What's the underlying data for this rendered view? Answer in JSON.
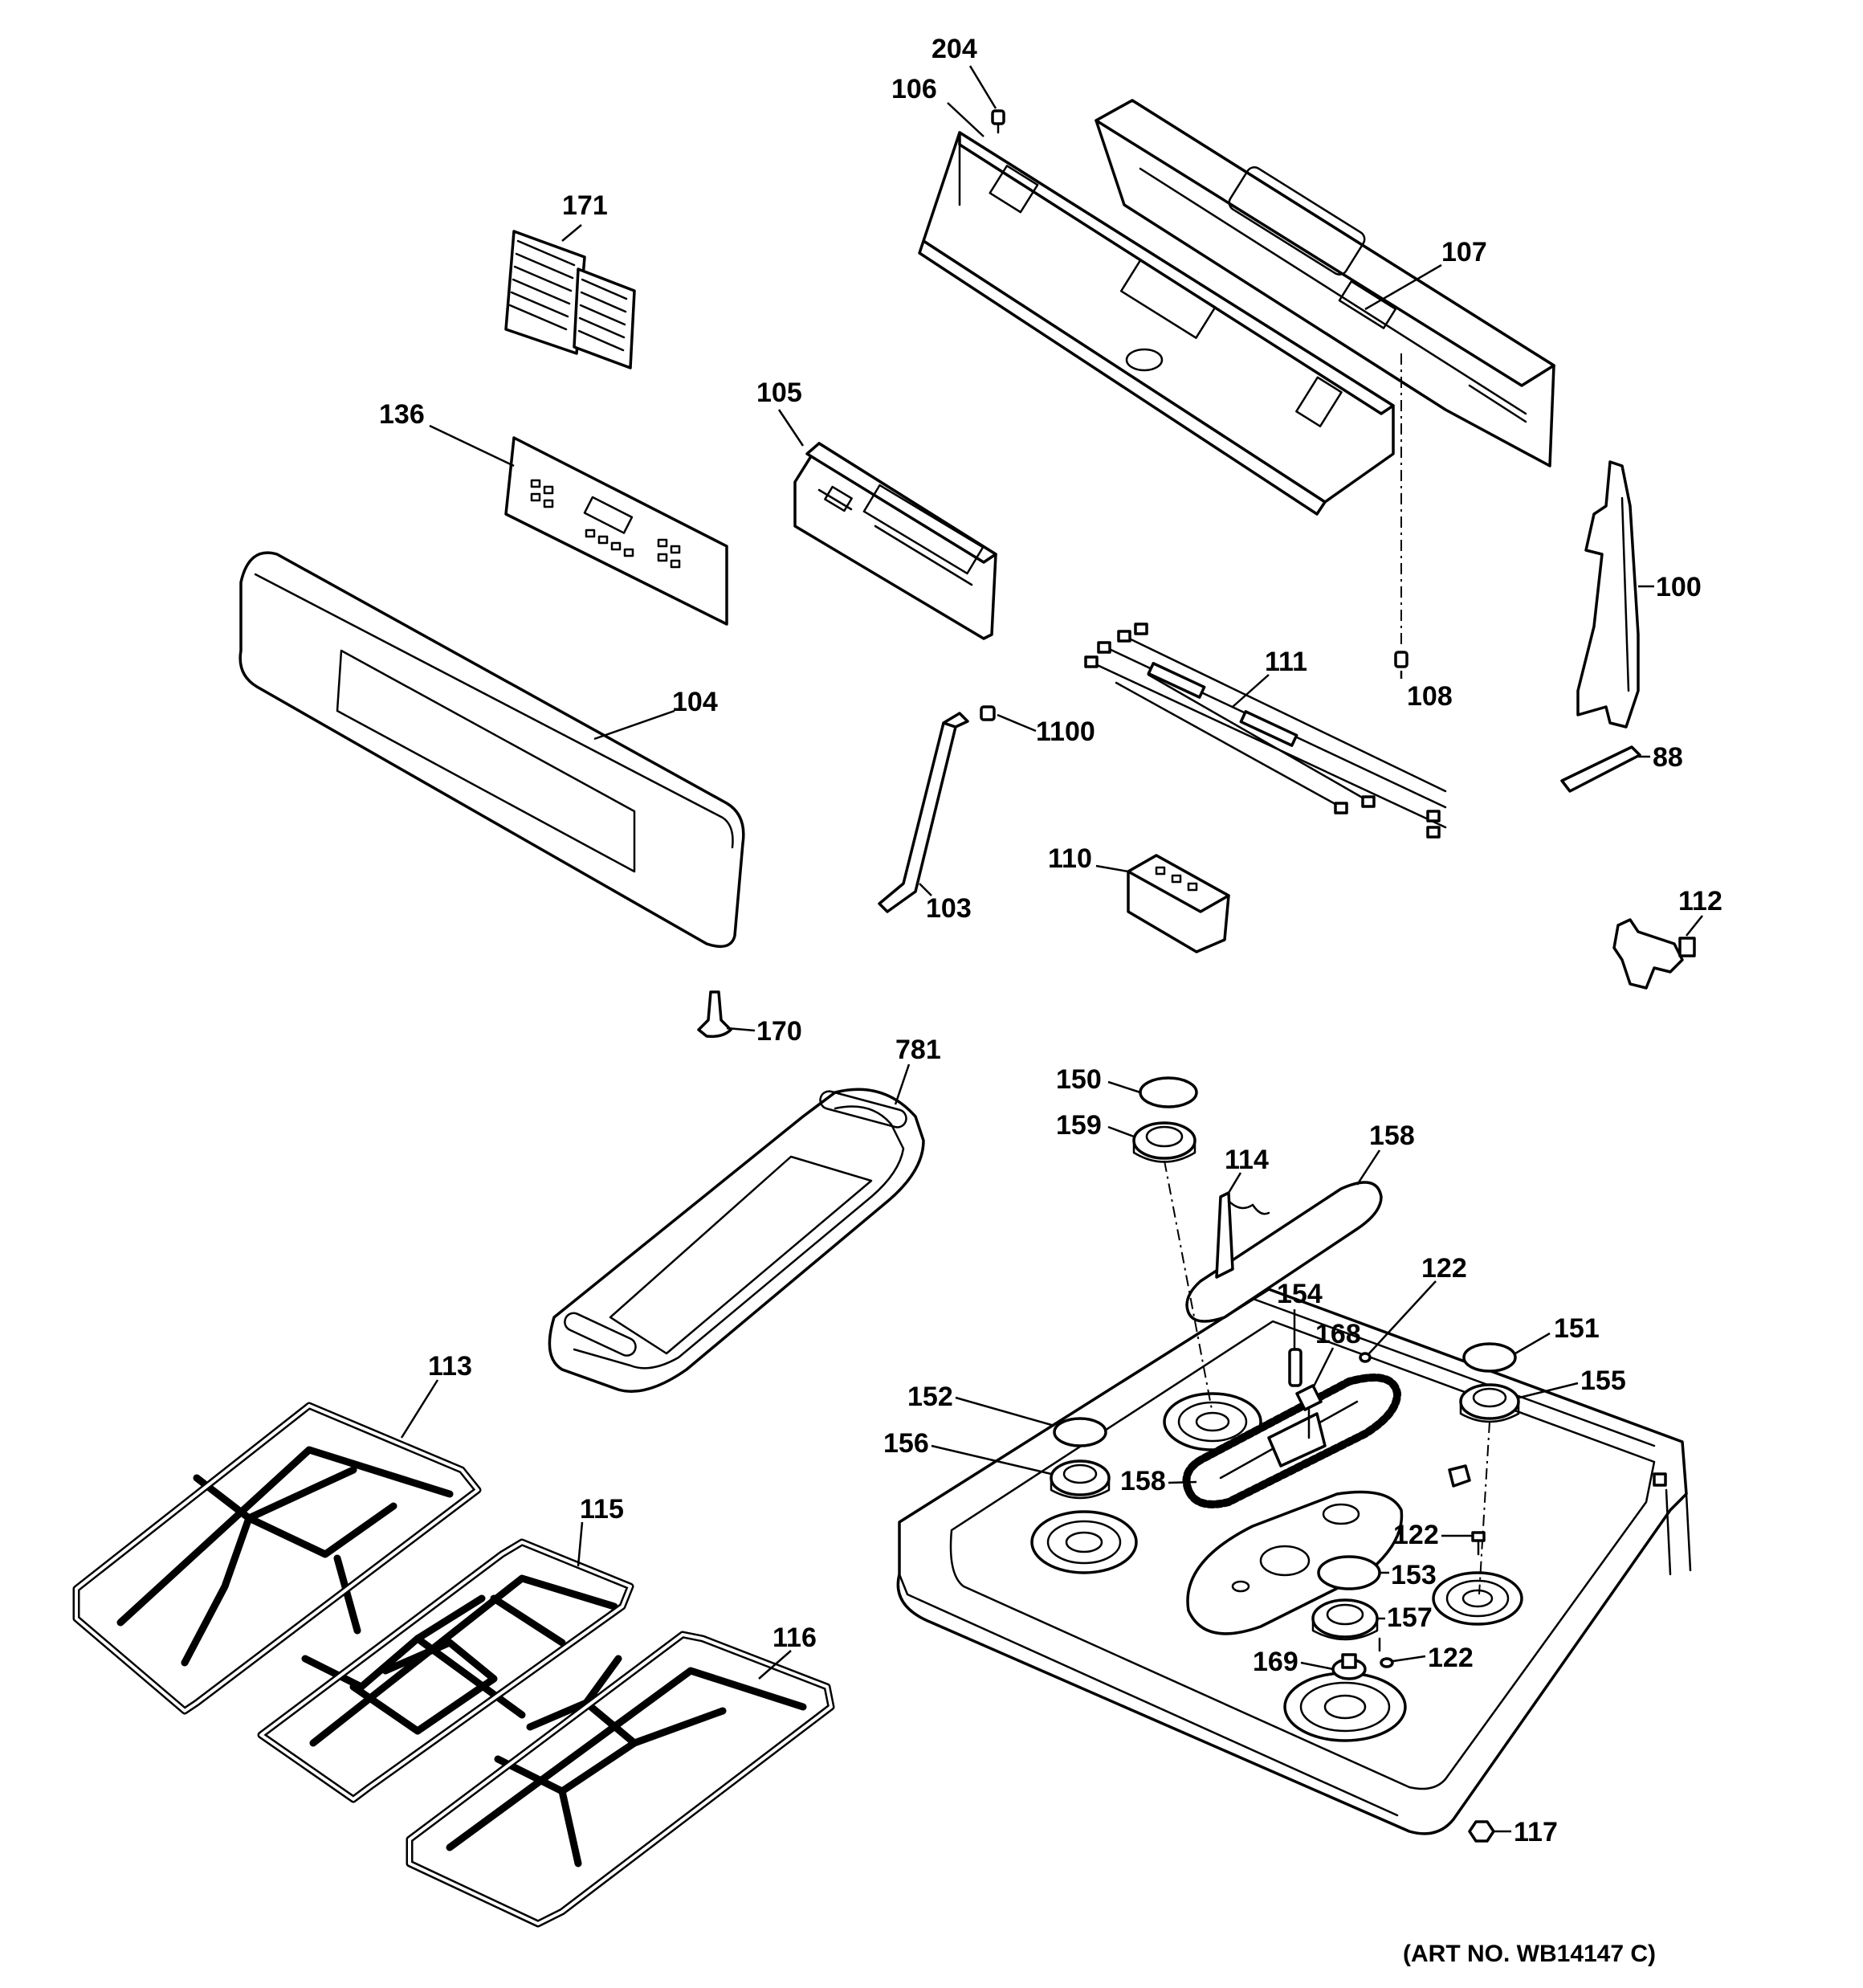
{
  "art_number": "(ART NO. WB14147 C)",
  "labels": [
    {
      "id": "204",
      "text": "204"
    },
    {
      "id": "106",
      "text": "106"
    },
    {
      "id": "171",
      "text": "171"
    },
    {
      "id": "107",
      "text": "107"
    },
    {
      "id": "136",
      "text": "136"
    },
    {
      "id": "105",
      "text": "105"
    },
    {
      "id": "100",
      "text": "100"
    },
    {
      "id": "104",
      "text": "104"
    },
    {
      "id": "111",
      "text": "111"
    },
    {
      "id": "108",
      "text": "108"
    },
    {
      "id": "1100",
      "text": "1100"
    },
    {
      "id": "88",
      "text": "88"
    },
    {
      "id": "110",
      "text": "110"
    },
    {
      "id": "103",
      "text": "103"
    },
    {
      "id": "112",
      "text": "112"
    },
    {
      "id": "170",
      "text": "170"
    },
    {
      "id": "781",
      "text": "781"
    },
    {
      "id": "150",
      "text": "150"
    },
    {
      "id": "159",
      "text": "159"
    },
    {
      "id": "114",
      "text": "114"
    },
    {
      "id": "158a",
      "text": "158"
    },
    {
      "id": "122a",
      "text": "122"
    },
    {
      "id": "154",
      "text": "154"
    },
    {
      "id": "168",
      "text": "168"
    },
    {
      "id": "151",
      "text": "151"
    },
    {
      "id": "113",
      "text": "113"
    },
    {
      "id": "152",
      "text": "152"
    },
    {
      "id": "155",
      "text": "155"
    },
    {
      "id": "156",
      "text": "156"
    },
    {
      "id": "158b",
      "text": "158"
    },
    {
      "id": "115",
      "text": "115"
    },
    {
      "id": "122b",
      "text": "122"
    },
    {
      "id": "153",
      "text": "153"
    },
    {
      "id": "157",
      "text": "157"
    },
    {
      "id": "116",
      "text": "116"
    },
    {
      "id": "169",
      "text": "169"
    },
    {
      "id": "122c",
      "text": "122"
    },
    {
      "id": "117",
      "text": "117"
    }
  ]
}
